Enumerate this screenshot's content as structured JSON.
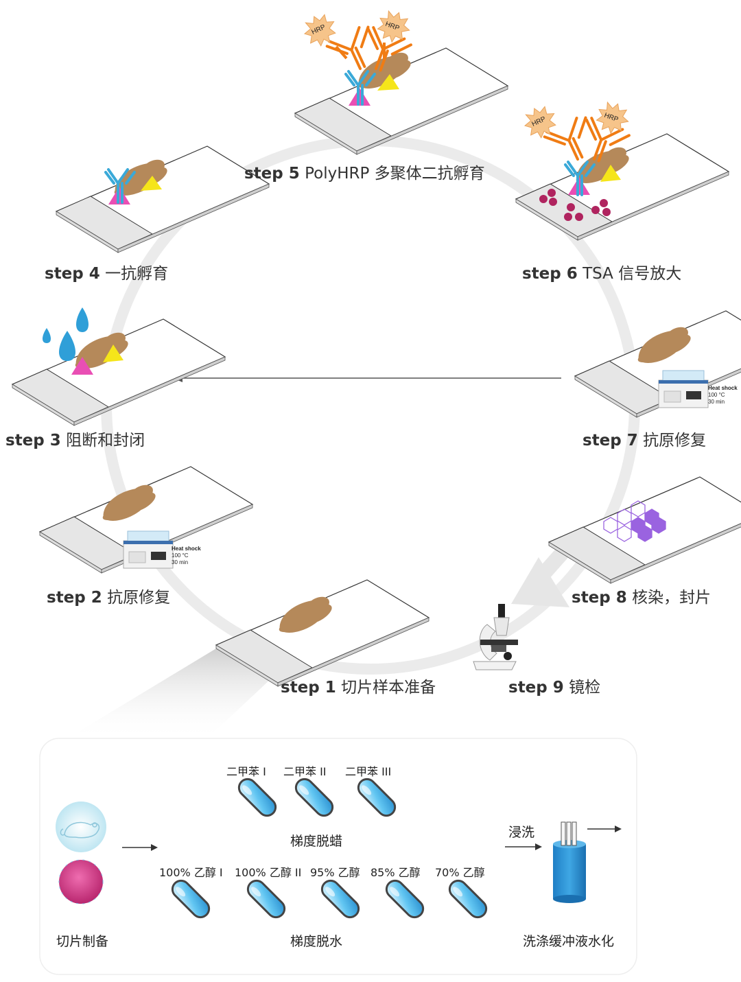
{
  "steps": [
    {
      "num": "step 1",
      "text": "切片样本准备"
    },
    {
      "num": "step 2",
      "text": "抗原修复"
    },
    {
      "num": "step 3",
      "text": "阻断和封闭"
    },
    {
      "num": "step 4",
      "text": "一抗孵育"
    },
    {
      "num": "step 5",
      "text": "PolyHRP 多聚体二抗孵育"
    },
    {
      "num": "step 6",
      "text": "TSA 信号放大"
    },
    {
      "num": "step 7",
      "text": "抗原修复"
    },
    {
      "num": "step 8",
      "text": "核染，封片"
    },
    {
      "num": "step 9",
      "text": "镜检"
    }
  ],
  "hrp_label": "HRP",
  "heat_shock": {
    "title": "Heat shock",
    "temp": "100 °C",
    "time": "30 min"
  },
  "prep": {
    "section_label": "切片制备",
    "xylene": [
      "二甲苯 I",
      "二甲苯 II",
      "二甲苯 III"
    ],
    "dewax_label": "梯度脱蜡",
    "ethanol": [
      "100% 乙醇 I",
      "100% 乙醇 II",
      "95% 乙醇",
      "85% 乙醇",
      "70% 乙醇"
    ],
    "dehydrate_label": "梯度脱水",
    "soak_label": "浸洗",
    "wash_label": "洗涤缓冲液水化"
  },
  "colors": {
    "tissue": "#b5895a",
    "antibody_primary": "#3aa9d8",
    "antibody_secondary": "#f07c14",
    "antigen_pink": "#e94fb4",
    "antigen_yellow": "#f5e51a",
    "tsa_dots": "#b0245f",
    "hex_purple": "#9a63e0",
    "ring": "#ebebeb"
  }
}
